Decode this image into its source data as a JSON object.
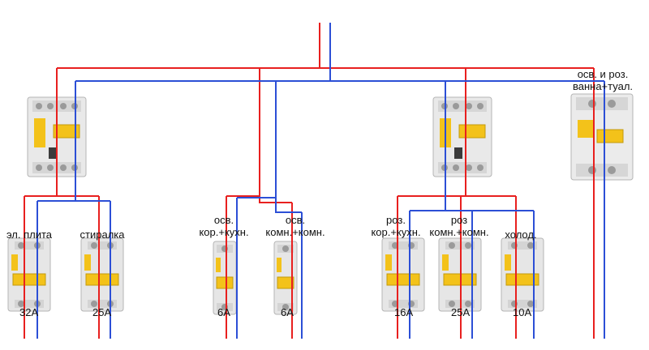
{
  "colors": {
    "phase": "#e8201f",
    "neutral": "#2c4fd6",
    "device_body": "#e9e9e9",
    "device_yellow": "#f3c21a"
  },
  "devices": [
    {
      "kind": "rcd",
      "label": []
    },
    {
      "kind": "rcd",
      "label": []
    },
    {
      "kind": "rcbo",
      "label": [
        "осв. и роз.",
        "ванна+туал."
      ]
    },
    {
      "kind": "breaker-2p",
      "label": [
        "эл. плита"
      ],
      "rating": "32A"
    },
    {
      "kind": "breaker-2p",
      "label": [
        "стиралка"
      ],
      "rating": "25A"
    },
    {
      "kind": "breaker-1p",
      "label": [
        "осв.",
        "кор.+кухн."
      ],
      "rating": "6A"
    },
    {
      "kind": "breaker-1p",
      "label": [
        "осв.",
        "комн.+комн."
      ],
      "rating": "6A"
    },
    {
      "kind": "breaker-1p",
      "label": [
        "роз.",
        "кор.+кухн."
      ],
      "rating": "16A"
    },
    {
      "kind": "breaker-1p",
      "label": [
        "роз",
        "комн.+комн."
      ],
      "rating": "25A"
    },
    {
      "kind": "breaker-1p",
      "label": [
        "холод."
      ],
      "rating": "10A"
    }
  ]
}
